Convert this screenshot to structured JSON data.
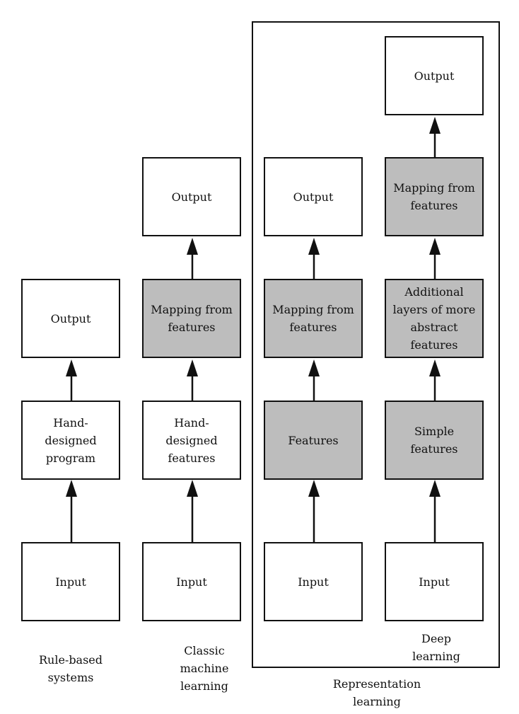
{
  "columns": [
    {
      "caption": "Rule-based\nsystems",
      "boxes": [
        {
          "label": "Input",
          "shaded": false
        },
        {
          "label": "Hand-\ndesigned\nprogram",
          "shaded": false
        },
        {
          "label": "Output",
          "shaded": false
        }
      ]
    },
    {
      "caption": "Classic\nmachine\nlearning",
      "boxes": [
        {
          "label": "Input",
          "shaded": false
        },
        {
          "label": "Hand-\ndesigned\nfeatures",
          "shaded": false
        },
        {
          "label": "Mapping from\nfeatures",
          "shaded": true
        },
        {
          "label": "Output",
          "shaded": false
        }
      ]
    },
    {
      "boxes": [
        {
          "label": "Input",
          "shaded": false
        },
        {
          "label": "Features",
          "shaded": true
        },
        {
          "label": "Mapping from\nfeatures",
          "shaded": true
        },
        {
          "label": "Output",
          "shaded": false
        }
      ]
    },
    {
      "caption": "Deep\nlearning",
      "boxes": [
        {
          "label": "Input",
          "shaded": false
        },
        {
          "label": "Simple\nfeatures",
          "shaded": true
        },
        {
          "label": "Additional\nlayers of more\nabstract\nfeatures",
          "shaded": true
        },
        {
          "label": "Mapping from\nfeatures",
          "shaded": true
        },
        {
          "label": "Output",
          "shaded": false
        }
      ]
    }
  ],
  "group_caption": "Representation\nlearning",
  "colors": {
    "shaded_fill": "#bdbdbd",
    "stroke": "#111111"
  }
}
